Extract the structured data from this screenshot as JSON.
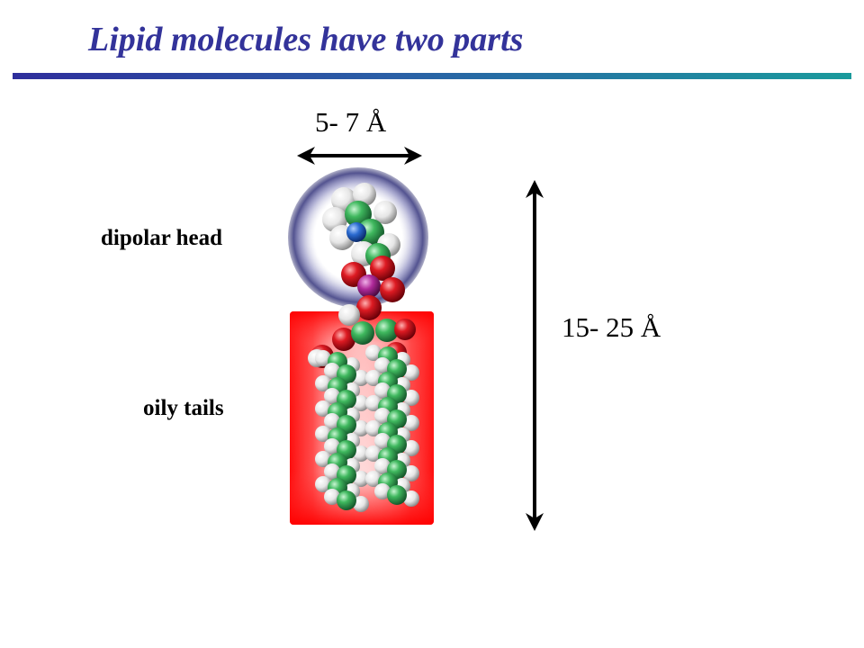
{
  "slide": {
    "title": "Lipid molecules have two parts",
    "title_color": "#33339a",
    "rule_colors": [
      "#2e2e9c",
      "#1a9a9c"
    ]
  },
  "labels": {
    "head": "dipolar head",
    "tails": "oily tails"
  },
  "dimensions": {
    "width": "5- 7 Å",
    "length": "15- 25 Å"
  },
  "colors": {
    "head_halo": "#4a4a8a",
    "tail_block": "#ff0000",
    "carbon": "#2e9a4a",
    "hydrogen": "#e8e8e8",
    "oxygen": "#d01020",
    "phosphorus": "#b02a9a",
    "nitrogen": "#2a6ad0"
  }
}
